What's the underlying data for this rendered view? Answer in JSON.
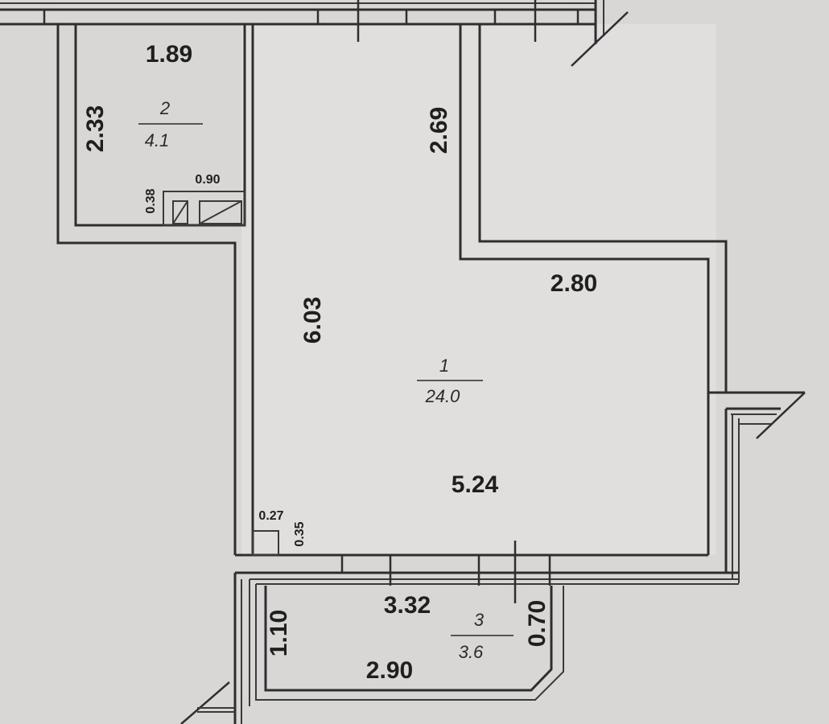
{
  "colors": {
    "paper": "#d9d7d5",
    "paper_light": "#e3e1df",
    "ink": "#2e2e2e"
  },
  "rooms": [
    {
      "number": "2",
      "area": "4.1"
    },
    {
      "number": "1",
      "area": "24.0"
    },
    {
      "number": "3",
      "area": "3.6"
    }
  ],
  "dimensions": {
    "bath_width": "1.89",
    "bath_height": "2.33",
    "shaft_width": "0.90",
    "shaft_height": "0.38",
    "corridor_height": "2.69",
    "main_height": "6.03",
    "main_right_width": "2.80",
    "main_bottom_width": "5.24",
    "niche_width": "0.27",
    "niche_height": "0.35",
    "balcony_top_width": "3.32",
    "balcony_bottom_width": "2.90",
    "balcony_left_height": "1.10",
    "balcony_right_height": "0.70"
  }
}
